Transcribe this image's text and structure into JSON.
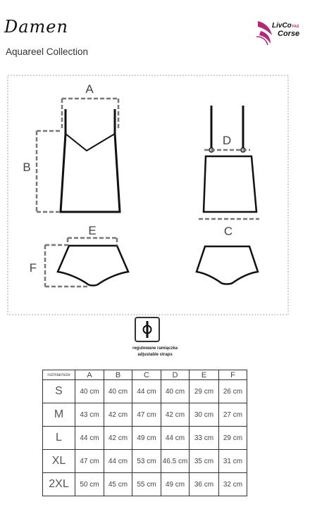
{
  "header": {
    "title": "Damen",
    "subtitle": "Aquareel Collection",
    "logo": {
      "line1": "LivCo",
      "line1_small": "FAS",
      "line2": "Corse"
    }
  },
  "diagram": {
    "labels": [
      "A",
      "B",
      "D",
      "C",
      "E",
      "F"
    ]
  },
  "straps": {
    "icon": "adjustable-strap-icon",
    "label_pl": "regulowane ramiączka",
    "label_en": "adjustable straps"
  },
  "size_table": {
    "corner": "rozmiar/size",
    "columns": [
      "A",
      "B",
      "C",
      "D",
      "E",
      "F"
    ],
    "rows": [
      {
        "size": "S",
        "values": [
          "40 cm",
          "40 cm",
          "44 cm",
          "40 cm",
          "29 cm",
          "26 cm"
        ]
      },
      {
        "size": "M",
        "values": [
          "43 cm",
          "42 cm",
          "47 cm",
          "42 cm",
          "30 cm",
          "27 cm"
        ]
      },
      {
        "size": "L",
        "values": [
          "44 cm",
          "42 cm",
          "49 cm",
          "44 cm",
          "33 cm",
          "29 cm"
        ]
      },
      {
        "size": "XL",
        "values": [
          "47 cm",
          "44 cm",
          "53 cm",
          "46.5 cm",
          "35 cm",
          "31 cm"
        ]
      },
      {
        "size": "2XL",
        "values": [
          "50 cm",
          "45 cm",
          "55 cm",
          "49 cm",
          "36 cm",
          "32 cm"
        ]
      }
    ]
  },
  "colors": {
    "accent": "#b0297a",
    "line": "#111111",
    "dash": "#777777"
  }
}
